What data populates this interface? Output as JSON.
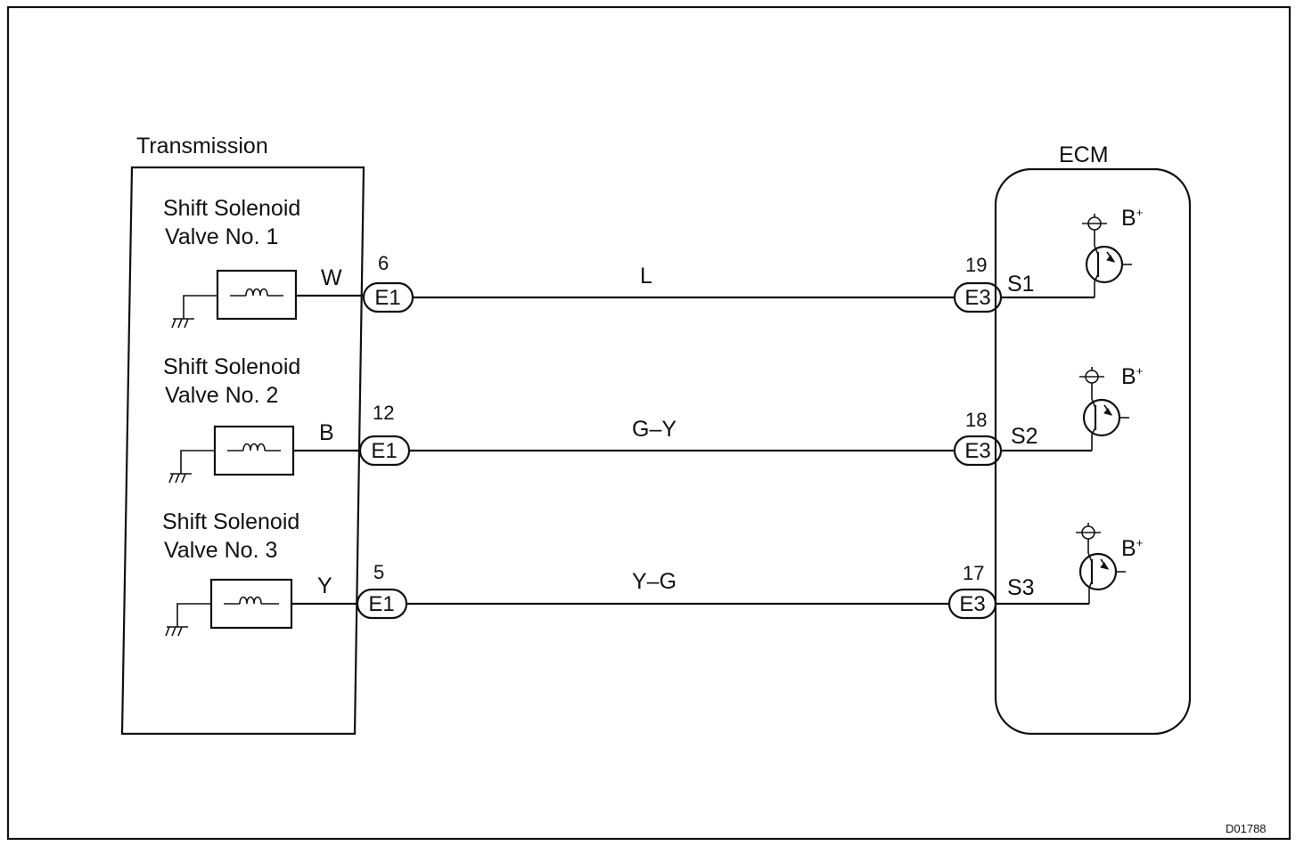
{
  "diagram": {
    "transmission_label": "Transmission",
    "ecm_label": "ECM",
    "figure_code": "D01788",
    "power_label": "B",
    "power_sup": "+",
    "circuits": [
      {
        "valve_line1": "Shift Solenoid",
        "valve_line2": "Valve No. 1",
        "side_wire": "W",
        "pin_left": "6",
        "conn_left": "E1",
        "wire_color": "L",
        "pin_right": "19",
        "conn_right": "E3",
        "terminal": "S1"
      },
      {
        "valve_line1": "Shift Solenoid",
        "valve_line2": "Valve No. 2",
        "side_wire": "B",
        "pin_left": "12",
        "conn_left": "E1",
        "wire_color": "G–Y",
        "pin_right": "18",
        "conn_right": "E3",
        "terminal": "S2"
      },
      {
        "valve_line1": "Shift Solenoid",
        "valve_line2": "Valve No. 3",
        "side_wire": "Y",
        "pin_left": "5",
        "conn_left": "E1",
        "wire_color": "Y–G",
        "pin_right": "17",
        "conn_right": "E3",
        "terminal": "S3"
      }
    ]
  }
}
